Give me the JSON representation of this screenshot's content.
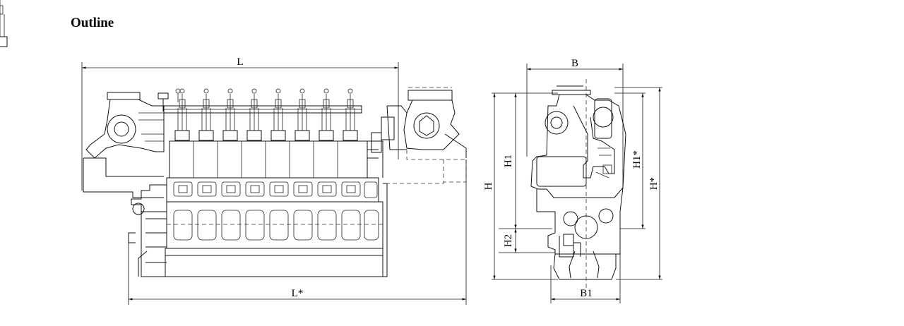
{
  "header": {
    "title": "Outline"
  },
  "dimensions": {
    "L": "L",
    "L_star": "L*",
    "B": "B",
    "B1": "B1",
    "H": "H",
    "H1": "H1",
    "H1_star": "H1*",
    "H_star": "H*",
    "H2": "H2"
  }
}
